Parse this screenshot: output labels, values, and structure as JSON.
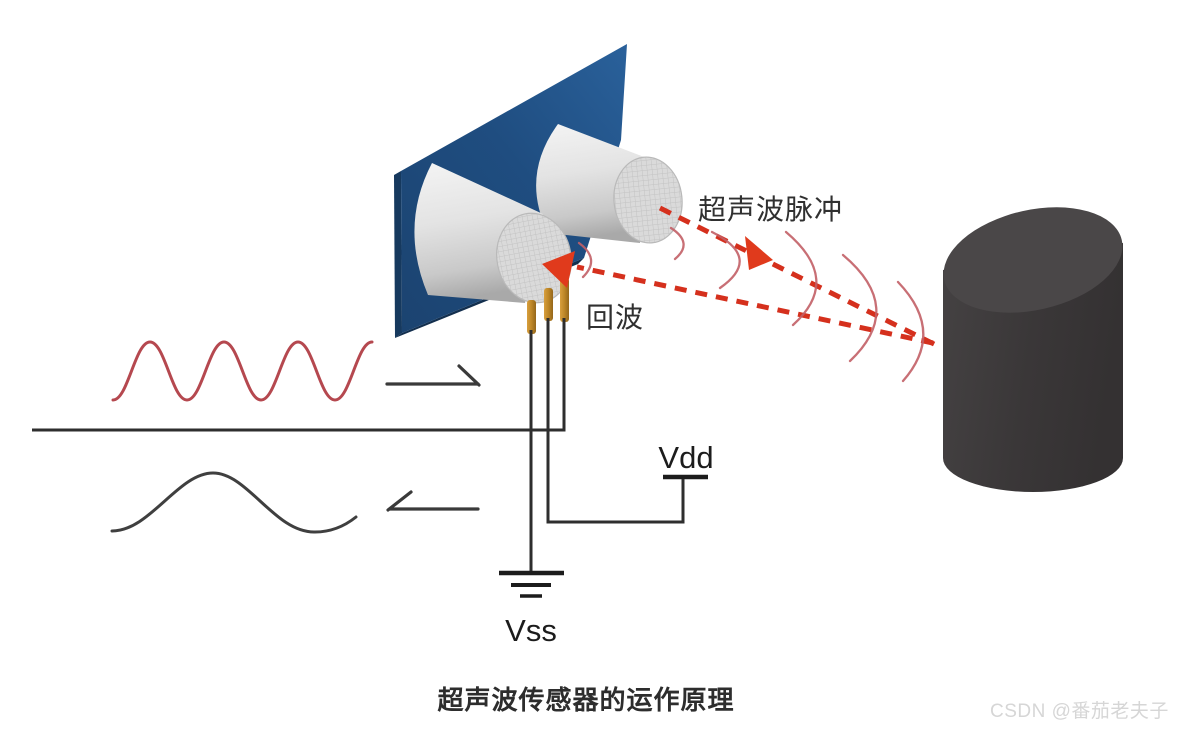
{
  "diagram": {
    "caption": "超声波传感器的运作原理",
    "labels": {
      "pulse": "超声波脉冲",
      "echo": "回波",
      "vdd": "Vdd",
      "vss": "Vss"
    },
    "watermark": "CSDN @番茄老夫子",
    "icons": {
      "transmit_arrow": "right-arrow",
      "receive_arrow": "left-arrow",
      "pulse_arrowhead": "solid-triangle-right-down",
      "echo_arrowhead": "solid-triangle-left-up",
      "ground": "ground-symbol",
      "power_rail": "power-bar-symbol"
    },
    "colors": {
      "pcb_blue": "#1f4d80",
      "pcb_edge_blue": "#16395e",
      "signal_red": "#d5301d",
      "wave_red": "#b5484f",
      "line_black": "#333333",
      "target_gray": "#3c393a",
      "pin_gold": "#c08a2e",
      "transducer_gray": "#dedede",
      "watermark_gray": "#d6d6d6"
    }
  }
}
